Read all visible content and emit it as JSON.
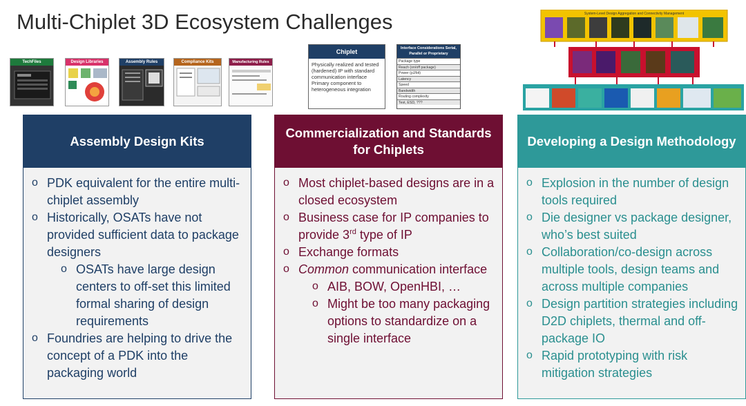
{
  "title": "Multi-Chiplet 3D Ecosystem Challenges",
  "thumbnails": [
    {
      "label": "TechFiles",
      "color": "#1e7a3c"
    },
    {
      "label": "Design Libraries",
      "color": "#d8326a"
    },
    {
      "label": "Assembly Rules",
      "color": "#1f3f66"
    },
    {
      "label": "Compliance Kits",
      "color": "#b5651d"
    },
    {
      "label": "Manufacturing Rules",
      "color": "#8e1e4a"
    }
  ],
  "chiplet": {
    "header": "Chiplet",
    "text": "Physically realized and tested (hardened) IP with standard communication interface\nPrimary component to heterogeneous integration"
  },
  "interface_table": {
    "header": "Interface Considerations Serial, Parallel or Proprietary",
    "rows": [
      "Package type",
      "Reach (on/off package)",
      "Power (pJ/bit)",
      "Latency",
      "Speed",
      "Bandwidth",
      "Routing complexity",
      "Test, ESD, ???"
    ]
  },
  "tools_banner": "System-Level Design Aggregation and Connectivity Management",
  "columns": {
    "c1": {
      "heading": "Assembly Design Kits",
      "items": [
        {
          "text": "PDK equivalent for the entire multi-chiplet assembly",
          "level": 1
        },
        {
          "text": "Historically, OSATs have not provided sufficient data to package designers",
          "level": 1
        },
        {
          "text": "OSATs have large design centers to off-set this limited formal sharing of design requirements",
          "level": 2
        },
        {
          "text": "Foundries are helping to drive the concept of a PDK into the packaging world",
          "level": 1
        }
      ]
    },
    "c2": {
      "heading": "Commercialization and Standards for Chiplets",
      "items": [
        {
          "text": "Most chiplet-based designs are in a closed ecosystem",
          "level": 1
        },
        {
          "text_a": "Business case for IP companies to provide 3",
          "text_sup": "rd",
          "text_b": " type of IP",
          "level": 1
        },
        {
          "text": "Exchange formats",
          "level": 1
        },
        {
          "text_em": "Common",
          "text_rest": " communication interface",
          "level": 1
        },
        {
          "text": "AIB, BOW, OpenHBI, …",
          "level": 2
        },
        {
          "text": "Might be too many packaging options to standardize on a single interface",
          "level": 2
        }
      ]
    },
    "c3": {
      "heading": "Developing a Design Methodology",
      "items": [
        {
          "text": "Explosion in the number of design tools required",
          "level": 1
        },
        {
          "text": "Die designer vs package designer, who’s best suited",
          "level": 1
        },
        {
          "text": "Collaboration/co-design across multiple tools, design teams and across multiple companies",
          "level": 1
        },
        {
          "text": "Design partition strategies including D2D chiplets, thermal and off-package IO",
          "level": 1
        },
        {
          "text": "Rapid prototyping with risk mitigation strategies",
          "level": 1
        }
      ]
    }
  }
}
